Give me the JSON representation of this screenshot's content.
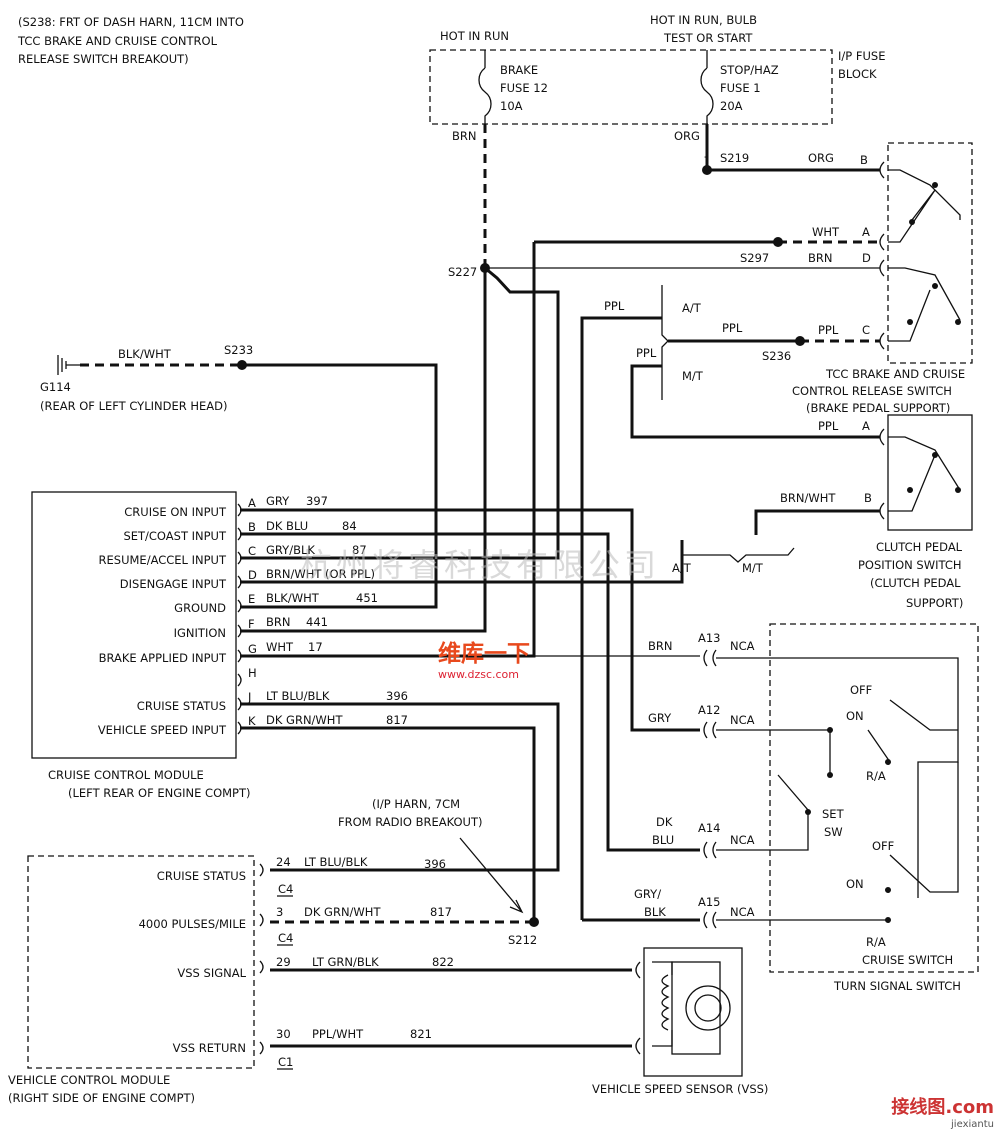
{
  "header_note": [
    "(S238: FRT OF DASH HARN, 11CM INTO",
    "TCC BRAKE AND CRUISE CONTROL",
    "RELEASE SWITCH BREAKOUT)"
  ],
  "fuse_block": {
    "hot_in_run": "HOT IN RUN",
    "hot_in_run_bulb": [
      "HOT IN RUN, BULB",
      "TEST OR START"
    ],
    "label": [
      "I/P FUSE",
      "BLOCK"
    ],
    "brake_fuse": [
      "BRAKE",
      "FUSE 12",
      "10A"
    ],
    "stop_haz_fuse": [
      "STOP/HAZ",
      "FUSE 1",
      "20A"
    ],
    "brn": "BRN",
    "org": "ORG"
  },
  "splices": {
    "s219": "S219",
    "s227": "S227",
    "s297": "S297",
    "s236": "S236",
    "s233": "S233",
    "s212": "S212",
    "s219_dash": "-"
  },
  "ground": {
    "id": "G114",
    "location": "(REAR OF LEFT CYLINDER HEAD)",
    "wire": "BLK/WHT"
  },
  "tcc_switch": {
    "label": [
      "TCC BRAKE AND CRUISE",
      "CONTROL RELEASE SWITCH",
      "(BRAKE PEDAL SUPPORT)"
    ],
    "pins": [
      {
        "pin": "B",
        "wire": "ORG"
      },
      {
        "pin": "A",
        "wire": "WHT"
      },
      {
        "pin": "D",
        "wire": "BRN"
      },
      {
        "pin": "C",
        "wire": "PPL"
      }
    ],
    "ppl_left": "PPL",
    "ppl_mid": "PPL",
    "ppl_mt": "PPL",
    "at": "A/T",
    "mt": "M/T"
  },
  "clutch_switch": {
    "label": [
      "CLUTCH PEDAL",
      "POSITION SWITCH",
      "(CLUTCH PEDAL",
      "SUPPORT)"
    ],
    "pins": [
      {
        "pin": "A",
        "wire": "PPL"
      },
      {
        "pin": "B",
        "wire": "BRN/WHT"
      }
    ],
    "at": "A/T",
    "mt": "M/T"
  },
  "cruise_module": {
    "label": [
      "CRUISE CONTROL MODULE",
      "(LEFT REAR OF  ENGINE COMPT)"
    ],
    "inputs": [
      {
        "name": "CRUISE ON INPUT",
        "pin": "A",
        "wire": "GRY",
        "circuit": "397"
      },
      {
        "name": "SET/COAST INPUT",
        "pin": "B",
        "wire": "DK BLU",
        "circuit": "84"
      },
      {
        "name": "RESUME/ACCEL INPUT",
        "pin": "C",
        "wire": "GRY/BLK",
        "circuit": "87"
      },
      {
        "name": "DISENGAGE INPUT",
        "pin": "D",
        "wire": "BRN/WHT (OR PPL)",
        "circuit": ""
      },
      {
        "name": "GROUND",
        "pin": "E",
        "wire": "BLK/WHT",
        "circuit": "451"
      },
      {
        "name": "IGNITION",
        "pin": "F",
        "wire": "BRN",
        "circuit": "441"
      },
      {
        "name": "BRAKE APPLIED INPUT",
        "pin": "G",
        "wire": "WHT",
        "circuit": "17"
      },
      {
        "name": "",
        "pin": "H",
        "wire": "",
        "circuit": ""
      },
      {
        "name": "CRUISE STATUS",
        "pin": "J",
        "wire": "LT BLU/BLK",
        "circuit": "396"
      },
      {
        "name": "VEHICLE SPEED INPUT",
        "pin": "K",
        "wire": "DK GRN/WHT",
        "circuit": "817"
      }
    ]
  },
  "ip_harn_note": [
    "(I/P HARN, 7CM",
    "FROM RADIO BREAKOUT)"
  ],
  "vcm": {
    "label": [
      "VEHICLE CONTROL MODULE",
      "(RIGHT SIDE OF ENGINE COMPT)"
    ],
    "pins": [
      {
        "name": "CRUISE STATUS",
        "pin": "24",
        "wire": "LT BLU/BLK",
        "circuit": "396",
        "conn": "C4"
      },
      {
        "name": "4000 PULSES/MILE",
        "pin": "3",
        "wire": "DK GRN/WHT",
        "circuit": "817",
        "conn": "C4"
      },
      {
        "name": "VSS  SIGNAL",
        "pin": "29",
        "wire": "LT GRN/BLK",
        "circuit": "822",
        "conn": ""
      },
      {
        "name": "VSS RETURN",
        "pin": "30",
        "wire": "PPL/WHT",
        "circuit": "821",
        "conn": "C1"
      }
    ]
  },
  "vss": {
    "label": "VEHICLE SPEED SENSOR (VSS)"
  },
  "turn_signal_switch": {
    "label": "TURN SIGNAL SWITCH",
    "cruise_switch": "CRUISE SWITCH",
    "connectors": [
      {
        "wire": "BRN",
        "pin": "A13",
        "nca": "NCA"
      },
      {
        "wire": "GRY",
        "pin": "A12",
        "nca": "NCA"
      },
      {
        "wire": [
          "DK",
          "BLU"
        ],
        "pin": "A14",
        "nca": "NCA"
      },
      {
        "wire": [
          "GRY/",
          "BLK"
        ],
        "pin": "A15",
        "nca": "NCA"
      }
    ],
    "off1": "OFF",
    "on1": "ON",
    "ra1": "R/A",
    "set": "SET",
    "sw": "SW",
    "off2": "OFF",
    "on2": "ON",
    "ra2": "R/A"
  },
  "watermark": "杭州将睿科技有限公司",
  "logo": {
    "text": "维库一下",
    "url": "www.dzsc.com"
  },
  "corner_logo": {
    "main": "接线图.com",
    "sub": "jiexiantu"
  }
}
